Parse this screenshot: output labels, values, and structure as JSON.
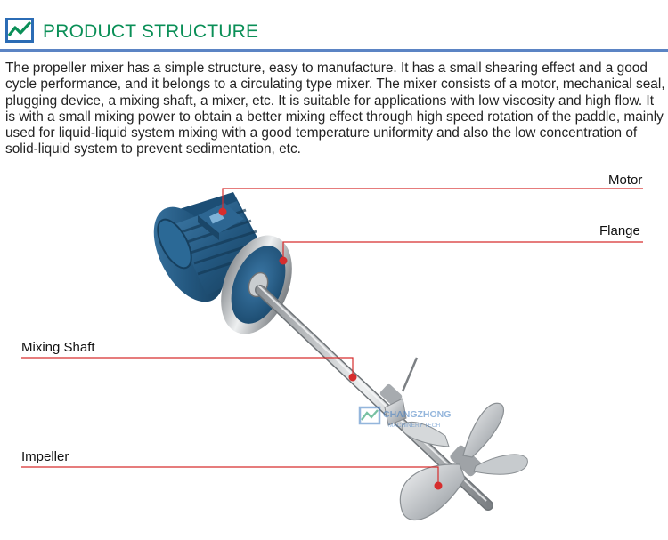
{
  "header": {
    "title": "PRODUCT STRUCTURE",
    "accent_color": "#0a8f57",
    "rule_color": "#5b84c4",
    "icon": "brand-logo-icon"
  },
  "intro": {
    "text": "The propeller mixer has a simple structure, easy to manufacture. It has a small shearing effect and a good cycle performance, and it belongs to a circulating type mixer. The mixer consists of a motor, mechanical seal, plugging device, a mixing shaft, a mixer, etc. It is suitable for applications with low viscosity and high flow. It is with a small mixing power to obtain a better mixing effect through high speed rotation of the paddle, mainly used for liquid-liquid system mixing with a good temperature uniformity and also the low concentration of solid-liquid system to prevent sedimentation, etc."
  },
  "diagram": {
    "callout_color": "#d62d2d",
    "labels": {
      "motor": "Motor",
      "flange": "Flange",
      "shaft": "Mixing Shaft",
      "impeller": "Impeller"
    },
    "watermark": {
      "brand": "CHANGZHONG",
      "sub": "MACHINERY TECH"
    }
  }
}
